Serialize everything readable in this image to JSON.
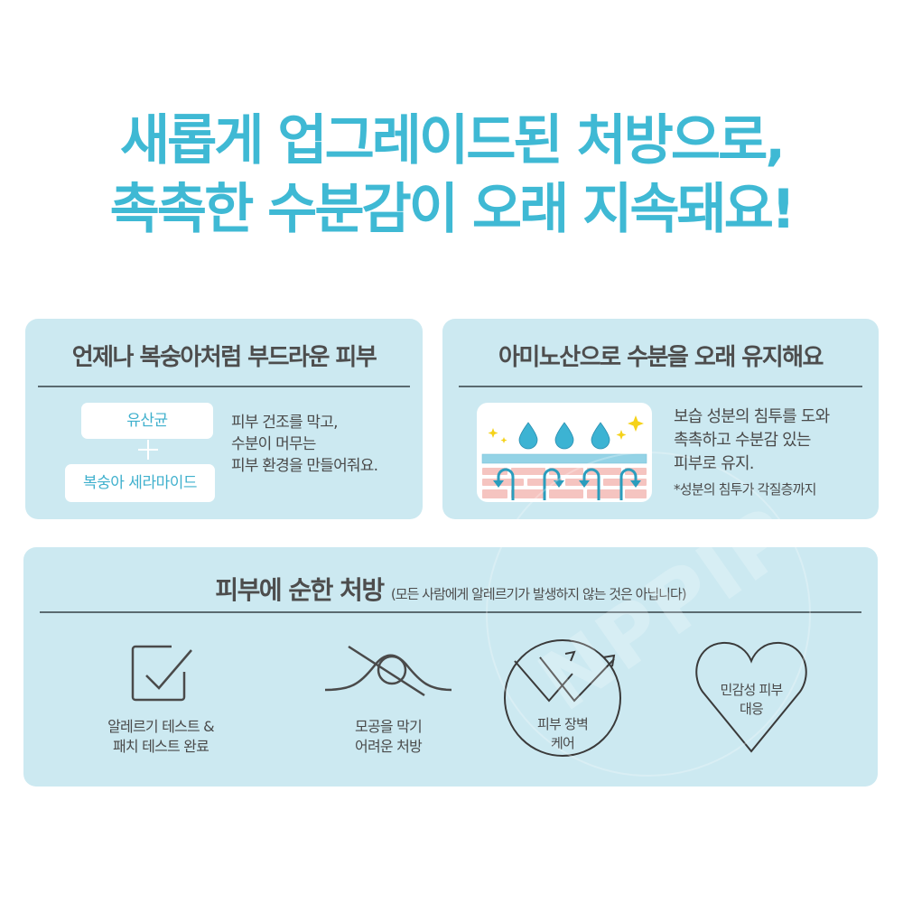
{
  "headline": {
    "line1": "새롭게 업그레이드된 처방으로,",
    "line2": "촉촉한 수분감이 오래 지속돼요!",
    "color": "#3fb9d4"
  },
  "card_soft_skin": {
    "title": "언제나 복숭아처럼 부드라운 피부",
    "ingredient1": "유산균",
    "plus_icon": "plus-icon",
    "ingredient2": "복숭아 세라마이드",
    "desc_lines": [
      "피부 건조를 막고,",
      "수분이 머무는",
      "피부 환경을 만들어줘요."
    ]
  },
  "card_amino": {
    "title": "아미노산으로 수분을 오래 유지해요",
    "illustration": "skin-moisture-penetration-illustration",
    "desc_lines": [
      "보습 성분의 침투를 도와",
      "촉촉하고 수분감 있는",
      "피부로 유지."
    ],
    "note": "*성분의 침투가 각질층까지"
  },
  "card_gentle": {
    "title": "피부에 순한 처방",
    "subtitle": "(모든 사람에게 알레르기가 발생하지 않는 것은 아닙니다)",
    "features": [
      {
        "icon": "checkbox-check-icon",
        "lines": [
          "알레르기 테스트 &",
          "패치 테스트 완료"
        ]
      },
      {
        "icon": "non-comedogenic-icon",
        "lines": [
          "모공을 막기",
          "어려운 처방"
        ]
      },
      {
        "icon": "barrier-arrows-circle-icon",
        "lines": [
          "피부 장벽",
          "케어"
        ]
      },
      {
        "icon": "heart-icon",
        "lines": [
          "민감성 피부",
          "대응"
        ]
      }
    ]
  },
  "colors": {
    "card_bg": "#cce9f1",
    "accent": "#3fb9d4",
    "text": "#4a4a4a"
  },
  "watermark": "NPPIP"
}
